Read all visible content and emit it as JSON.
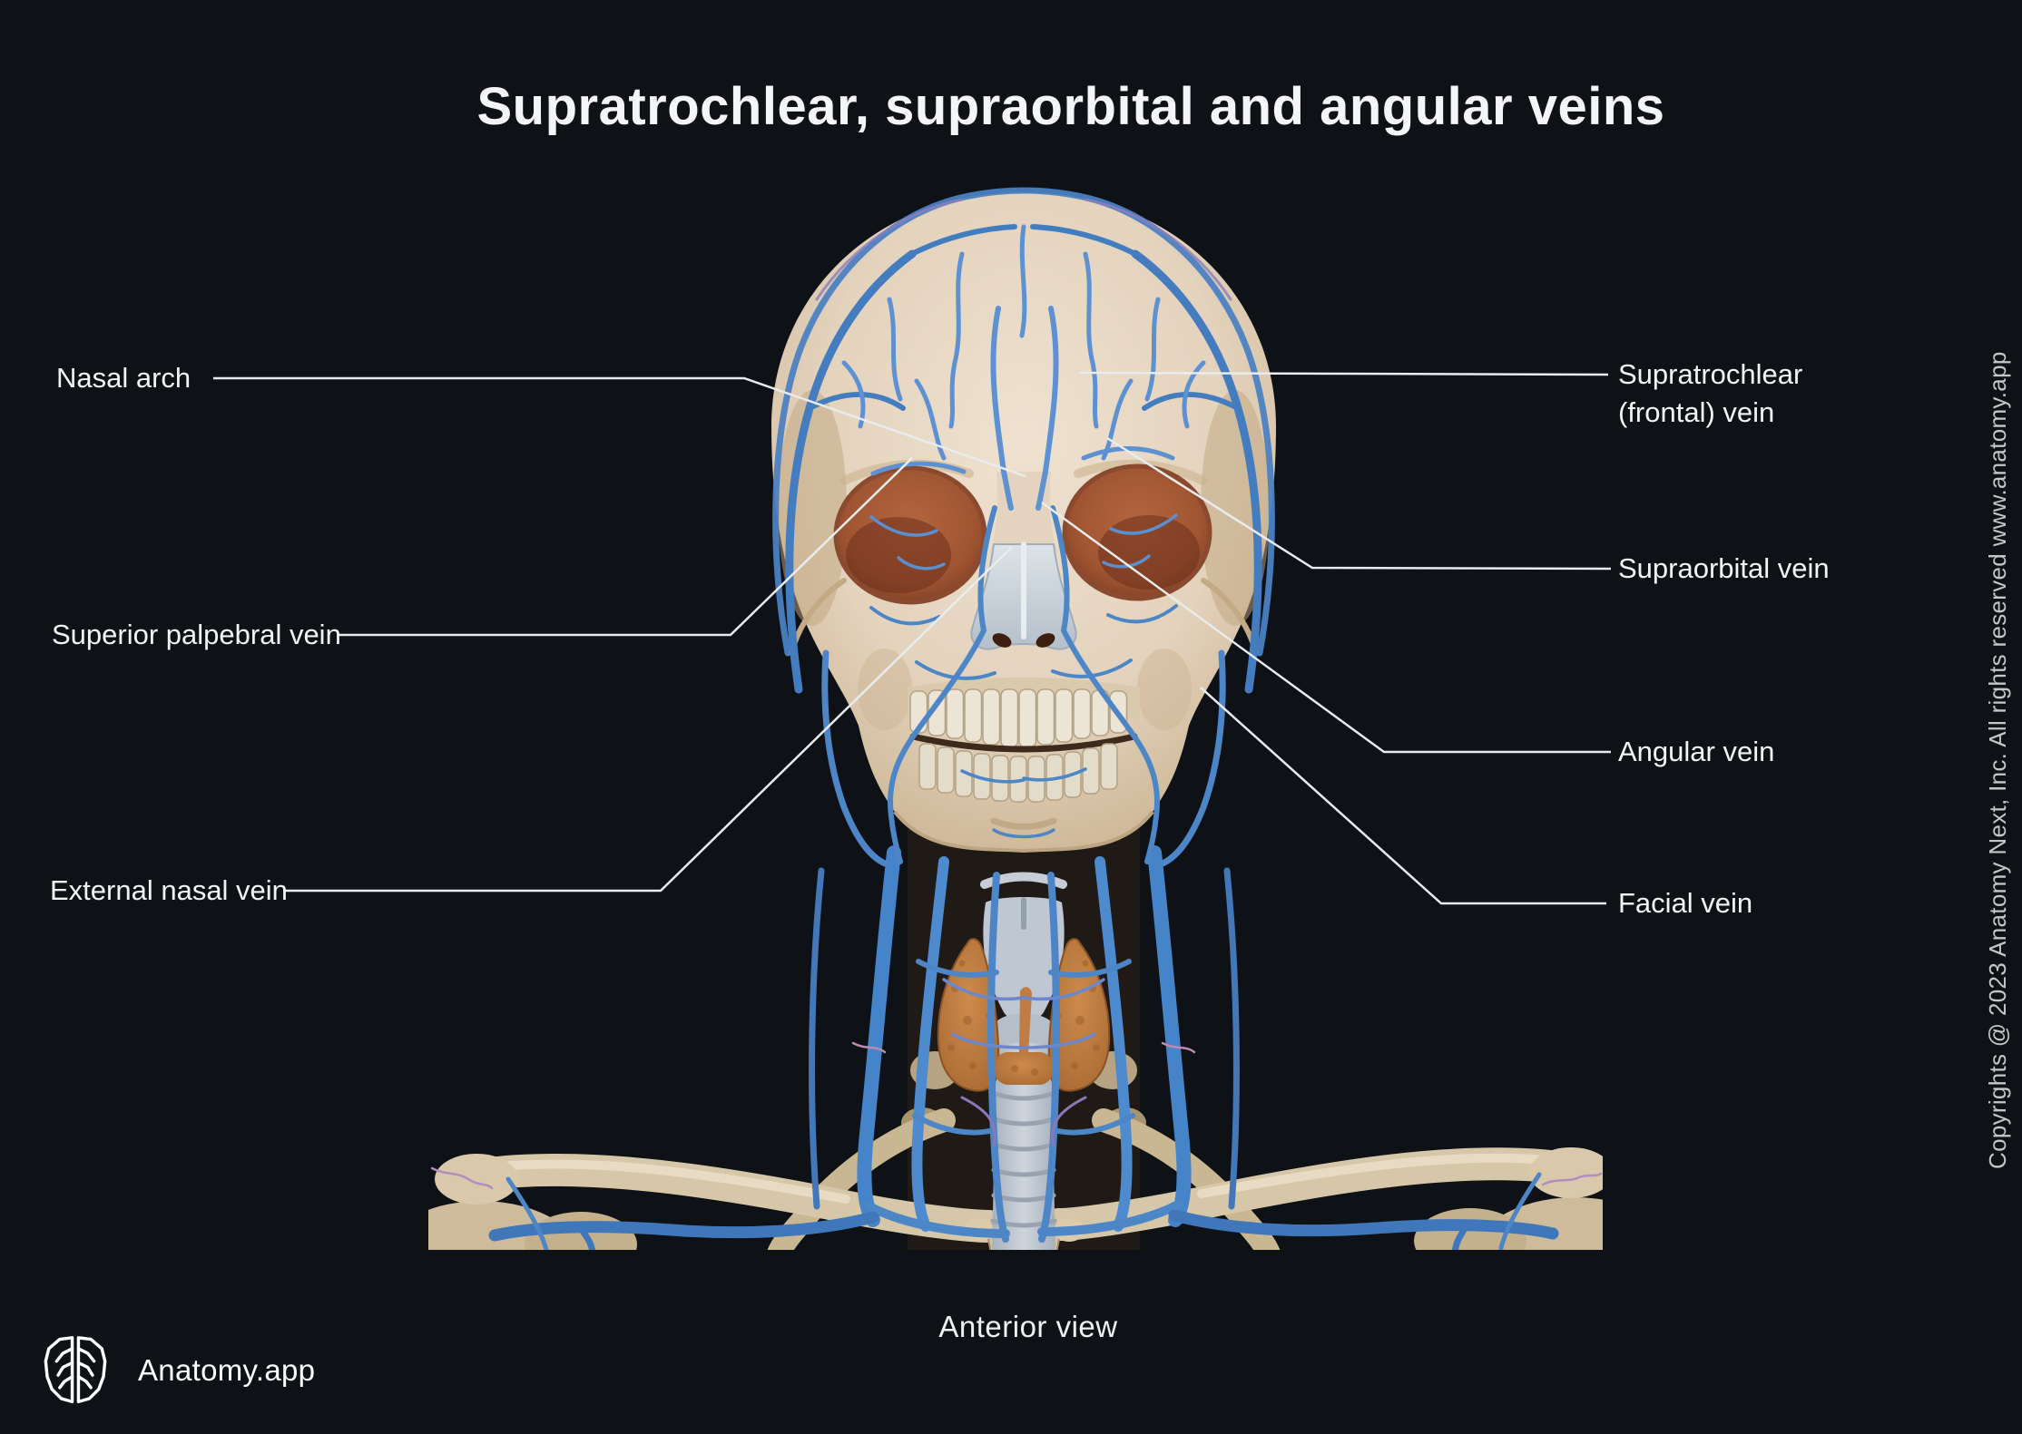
{
  "title": "Supratrochlear, supraorbital and angular veins",
  "figure": {
    "caption": "Anterior view",
    "subject": "3D render of human skull with superficial veins of the head and neck, anterior view",
    "labels": {
      "left": [
        {
          "text": "Nasal arch"
        },
        {
          "text": "Superior palpebral vein"
        },
        {
          "text": "External nasal vein"
        }
      ],
      "right": [
        {
          "text": "Supratrochlear (frontal) vein"
        },
        {
          "text": "Supraorbital vein"
        },
        {
          "text": "Angular vein"
        },
        {
          "text": "Facial vein"
        }
      ]
    }
  },
  "branding": {
    "app_name": "Anatomy.app",
    "logo_icon": "brain-icon"
  },
  "copyright": "Copyrights @ 2023 Anatomy Next, Inc. All rights reserved www.anatomy.app",
  "colors": {
    "background": "#0e1116",
    "text": "#f3f3f3",
    "leader_line": "#e9ecee",
    "vein_blue": "#4d86c7",
    "vein_dark_blue": "#3f77ba",
    "vein_purple": "#8d7cba",
    "bone": "#e3d2bc",
    "orbit_orange": "#a85a36",
    "nasal_cartilage": "#ccd5db",
    "thyroid_orange": "#c07c42",
    "trachea_gray": "#c3cad3"
  }
}
